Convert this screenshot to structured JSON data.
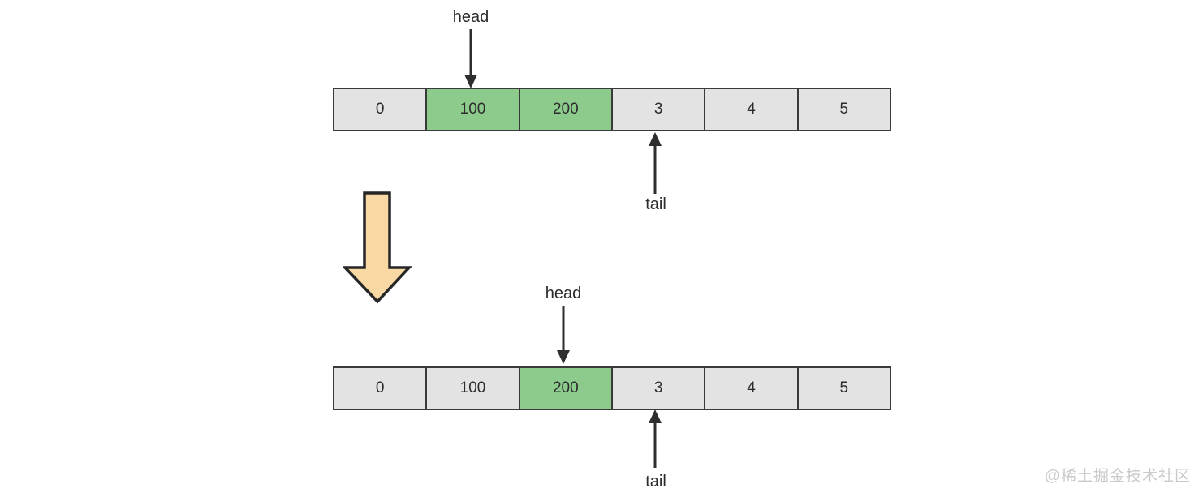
{
  "watermark": "@稀土掘金技术社区",
  "before": {
    "head_label": "head",
    "tail_label": "tail",
    "head_index": 1,
    "tail_index": 3,
    "cells": [
      {
        "value": "0",
        "highlighted": false
      },
      {
        "value": "100",
        "highlighted": true
      },
      {
        "value": "200",
        "highlighted": true
      },
      {
        "value": "3",
        "highlighted": false
      },
      {
        "value": "4",
        "highlighted": false
      },
      {
        "value": "5",
        "highlighted": false
      }
    ]
  },
  "after": {
    "head_label": "head",
    "tail_label": "tail",
    "head_index": 2,
    "tail_index": 3,
    "cells": [
      {
        "value": "0",
        "highlighted": false
      },
      {
        "value": "100",
        "highlighted": false
      },
      {
        "value": "200",
        "highlighted": true
      },
      {
        "value": "3",
        "highlighted": false
      },
      {
        "value": "4",
        "highlighted": false
      },
      {
        "value": "5",
        "highlighted": false
      }
    ]
  },
  "transition": {
    "direction": "down"
  },
  "colors": {
    "cell_bg": "#e3e3e3",
    "cell_highlight": "#8dcb8d",
    "cell_border": "#3a3a3a",
    "pointer_arrow": "#2e2e2e",
    "big_arrow_fill": "#f8d9a4",
    "big_arrow_stroke": "#262626",
    "text": "#2b2b2b",
    "watermark": "#c9c9c9"
  }
}
